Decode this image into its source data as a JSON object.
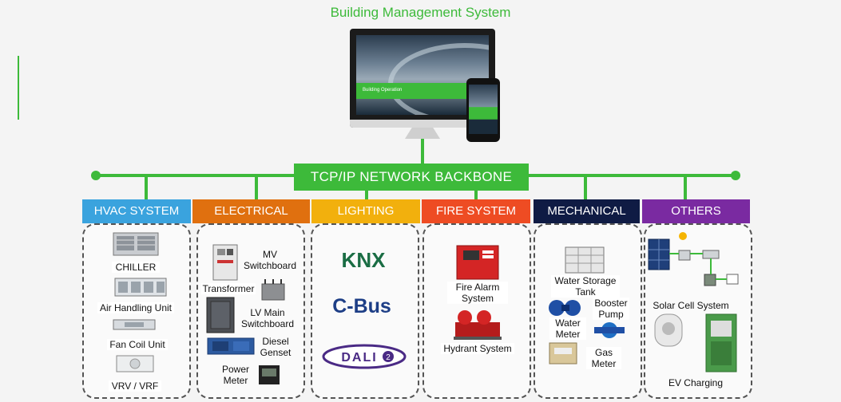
{
  "title": "Building Management System",
  "monitor": {
    "screen_text": "Building Operation"
  },
  "backbone": "TCP/IP NETWORK BACKBONE",
  "categories": [
    {
      "label": "HVAC SYSTEM",
      "color": "#3aa3de"
    },
    {
      "label": "ELECTRICAL",
      "color": "#e0700f"
    },
    {
      "label": "LIGHTING",
      "color": "#f2b00d"
    },
    {
      "label": "FIRE SYSTEM",
      "color": "#ee4c23"
    },
    {
      "label": "MECHANICAL",
      "color": "#0f1b44"
    },
    {
      "label": "OTHERS",
      "color": "#7a2aa1"
    }
  ],
  "hvac": {
    "chiller": "CHILLER",
    "ahu": "Air Handling  Unit",
    "fcu": "Fan Coil Unit",
    "vrv": "VRV / VRF"
  },
  "electrical": {
    "mv_1": "MV",
    "mv_2": "Switchboard",
    "transformer": "Transformer",
    "lv_1": "LV Main",
    "lv_2": "Switchboard",
    "diesel_1": "Diesel",
    "diesel_2": "Genset",
    "pm_1": "Power",
    "pm_2": "Meter"
  },
  "lighting": {
    "knx": "KNX",
    "cbus": "C-Bus",
    "dali": "DALI",
    "dali_num": "2"
  },
  "fire": {
    "fa_1": "Fire Alarm",
    "fa_2": "System",
    "hydrant": "Hydrant System"
  },
  "mechanical": {
    "tank_1": "Water Storage",
    "tank_2": "Tank",
    "booster_1": "Booster",
    "booster_2": "Pump",
    "wm_1": "Water",
    "wm_2": "Meter",
    "gas_1": "Gas",
    "gas_2": "Meter"
  },
  "others": {
    "solar": "Solar Cell System",
    "ev": "EV Charging"
  }
}
